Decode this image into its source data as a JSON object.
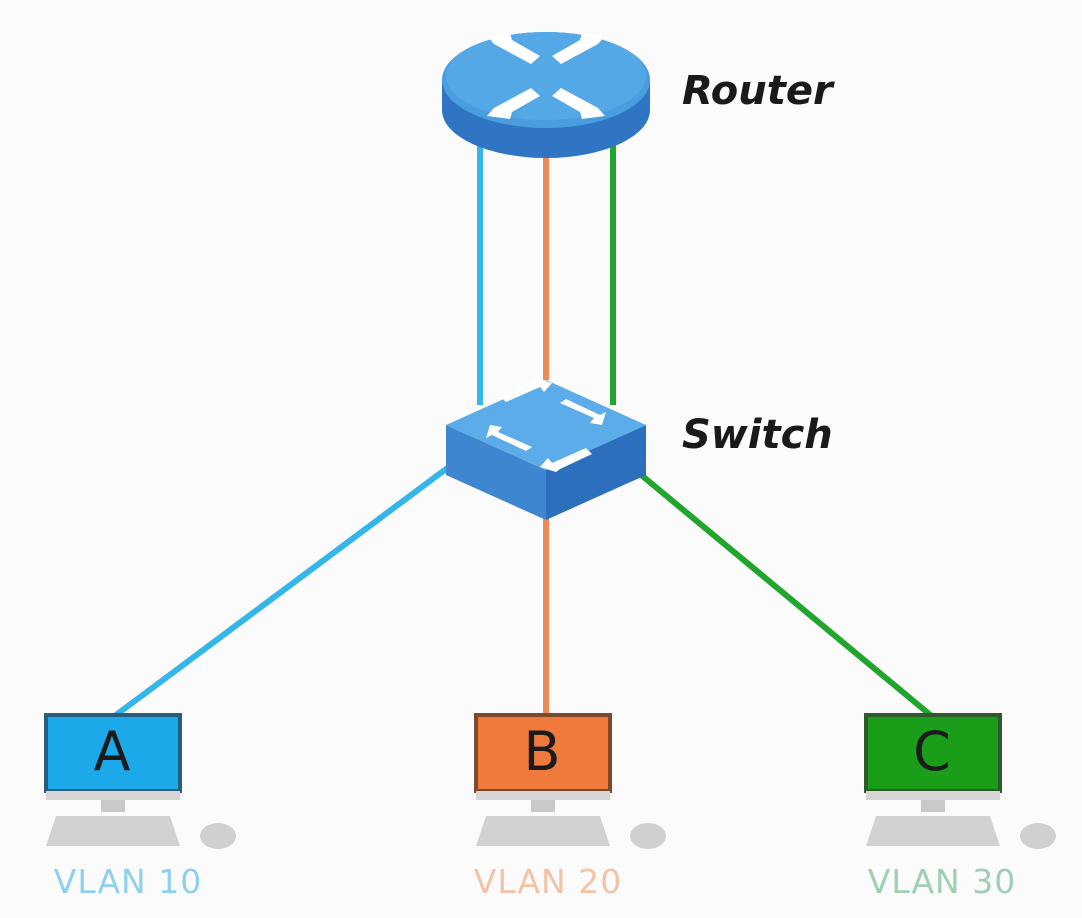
{
  "router": {
    "label": "Router",
    "icon": "router-icon"
  },
  "switch": {
    "label": "Switch",
    "icon": "switch-icon"
  },
  "hosts": [
    {
      "letter": "A",
      "vlan": "VLAN 10",
      "color": "#1ba9ea",
      "label_color": "#8fd0ee"
    },
    {
      "letter": "B",
      "vlan": "VLAN 20",
      "color": "#f07a3c",
      "label_color": "#f3c3a6"
    },
    {
      "letter": "C",
      "vlan": "VLAN 30",
      "color": "#1a9e1a",
      "label_color": "#9fcfb4"
    }
  ],
  "link_colors": {
    "vlan10": "#35b6ea",
    "vlan20": "#ef8a55",
    "vlan30": "#22a52c"
  }
}
